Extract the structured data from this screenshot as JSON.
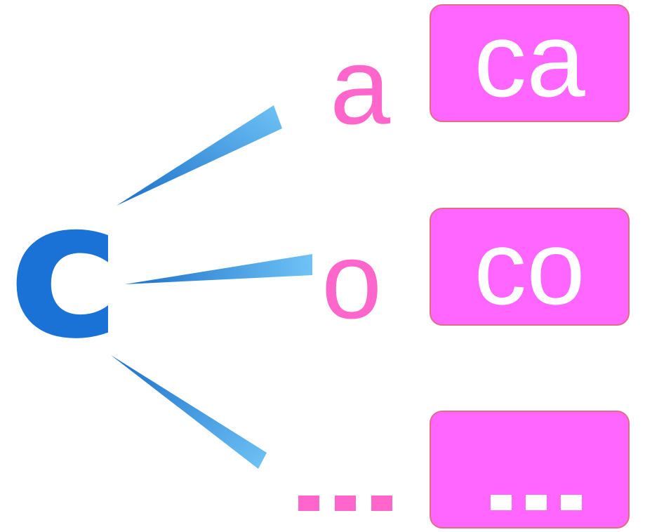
{
  "root": {
    "letter": "c"
  },
  "branches": [
    {
      "letter": "a",
      "result": "ca"
    },
    {
      "letter": "o",
      "result": "co"
    },
    {
      "letter": "...",
      "result": "..."
    }
  ],
  "colors": {
    "root": "#1a72d6",
    "branch_line": "#3aa0e8",
    "branch_letter": "#ff66cc",
    "box_fill": "#ff66ff",
    "box_border": "#e46a8a",
    "box_text": "#ffffff"
  }
}
